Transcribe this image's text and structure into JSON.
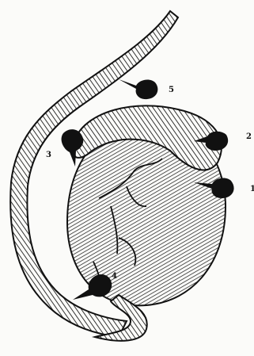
{
  "figure": {
    "colors": {
      "ink": "#111111",
      "paper": "#fbfbf9"
    },
    "labels": [
      {
        "id": "1",
        "text": "1"
      },
      {
        "id": "2",
        "text": "2"
      },
      {
        "id": "3",
        "text": "3"
      },
      {
        "id": "4",
        "text": "4"
      },
      {
        "id": "5",
        "text": "5"
      }
    ]
  }
}
